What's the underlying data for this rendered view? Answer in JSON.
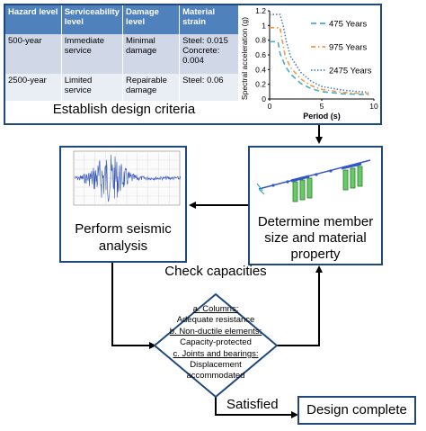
{
  "criteria_table": {
    "headers": [
      "Hazard level",
      "Serviceability level",
      "Damage level",
      "Material strain"
    ],
    "rows": [
      [
        "500-year",
        "Immediate service",
        "Minimal damage",
        "Steel: 0.015 Concrete: 0.004"
      ],
      [
        "2500-year",
        "Limited service",
        "Repairable damage",
        "Steel: 0.06"
      ]
    ]
  },
  "spectrum_chart": {
    "ylabel": "Spectral acceleration (g)",
    "xlabel": "Period (s)",
    "yticks": [
      "0",
      "0.2",
      "0.4",
      "0.6",
      "0.8",
      "1",
      "1.2"
    ],
    "xticks": [
      "0",
      "5",
      "10"
    ],
    "legend": [
      "475 Years",
      "975 Years",
      "2475 Years"
    ]
  },
  "chart_data": {
    "type": "line",
    "xlabel": "Period (s)",
    "ylabel": "Spectral acceleration (g)",
    "xlim": [
      0,
      10
    ],
    "ylim": [
      0,
      1.2
    ],
    "legend_position": "top-right",
    "series": [
      {
        "name": "475 Years",
        "color": "#4bacc6",
        "x": [
          0,
          0.5,
          0.8,
          1.0,
          1.5,
          2,
          3,
          4,
          5,
          7,
          9.5
        ],
        "values": [
          0.78,
          0.78,
          0.78,
          0.62,
          0.45,
          0.34,
          0.21,
          0.14,
          0.1,
          0.07,
          0.06
        ]
      },
      {
        "name": "975 Years",
        "color": "#f79646",
        "x": [
          0,
          0.5,
          1.0,
          1.2,
          1.5,
          2,
          3,
          4,
          5,
          7,
          9.5
        ],
        "values": [
          0.97,
          0.97,
          0.97,
          0.8,
          0.58,
          0.43,
          0.27,
          0.18,
          0.13,
          0.09,
          0.07
        ]
      },
      {
        "name": "2475 Years",
        "color": "#4f81bd",
        "x": [
          0,
          0.5,
          1.0,
          1.3,
          1.6,
          2,
          3,
          4,
          5,
          7,
          9.5
        ],
        "values": [
          1.15,
          1.15,
          1.15,
          1.0,
          0.78,
          0.58,
          0.36,
          0.24,
          0.17,
          0.12,
          0.09
        ]
      }
    ]
  },
  "flow": {
    "criteria_label": "Establish design criteria",
    "analysis_label": "Perform seismic analysis",
    "member_label": "Determine member size and material property",
    "check_label": "Check capacities",
    "diamond_lines": [
      "a.  Columns:",
      "Adequate resistance",
      "b. Non-ductile elements:",
      "Capacity-protected",
      "c. Joints and bearings:",
      "Displacement",
      "accommodated"
    ],
    "satisfied_label": "Satisfied",
    "complete_label": "Design complete"
  },
  "colors": {
    "box_border": "#1f497d",
    "arrow": "#000000",
    "table_header": "#4f81bd",
    "table_row1": "#d0d8e8",
    "table_row2": "#e9edf4",
    "member_green": "#66cc66"
  }
}
